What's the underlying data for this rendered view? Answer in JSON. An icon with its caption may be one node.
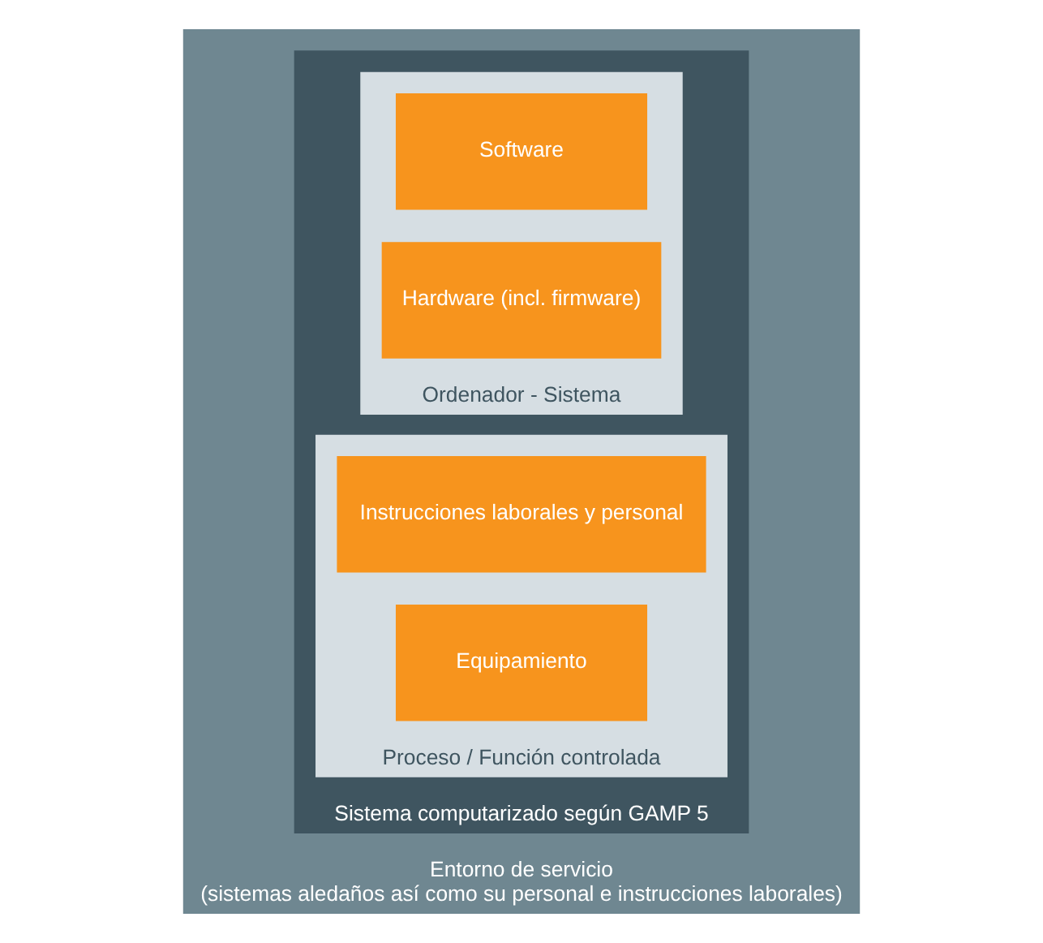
{
  "diagram": {
    "nodes": [
      {
        "text": [
          "Entorno de servicio",
          "(sistemas aledaños así como su personal e instrucciones laborales)"
        ]
      },
      {
        "text": [
          "Sistema computarizado según GAMP 5"
        ],
        "in": 0
      },
      {
        "text": [
          "Ordenador - Sistema"
        ],
        "in": 1
      },
      {
        "text": [
          "Software"
        ],
        "in": 2
      },
      {
        "text": [
          "Hardware (incl. firmware)"
        ],
        "in": 2
      },
      {
        "text": [
          "Proceso / Función controlada"
        ],
        "in": 1
      },
      {
        "text": [
          "Instrucciones laborales y personal"
        ],
        "in": 5
      },
      {
        "text": [
          "Equipamiento"
        ],
        "in": 5
      }
    ]
  }
}
